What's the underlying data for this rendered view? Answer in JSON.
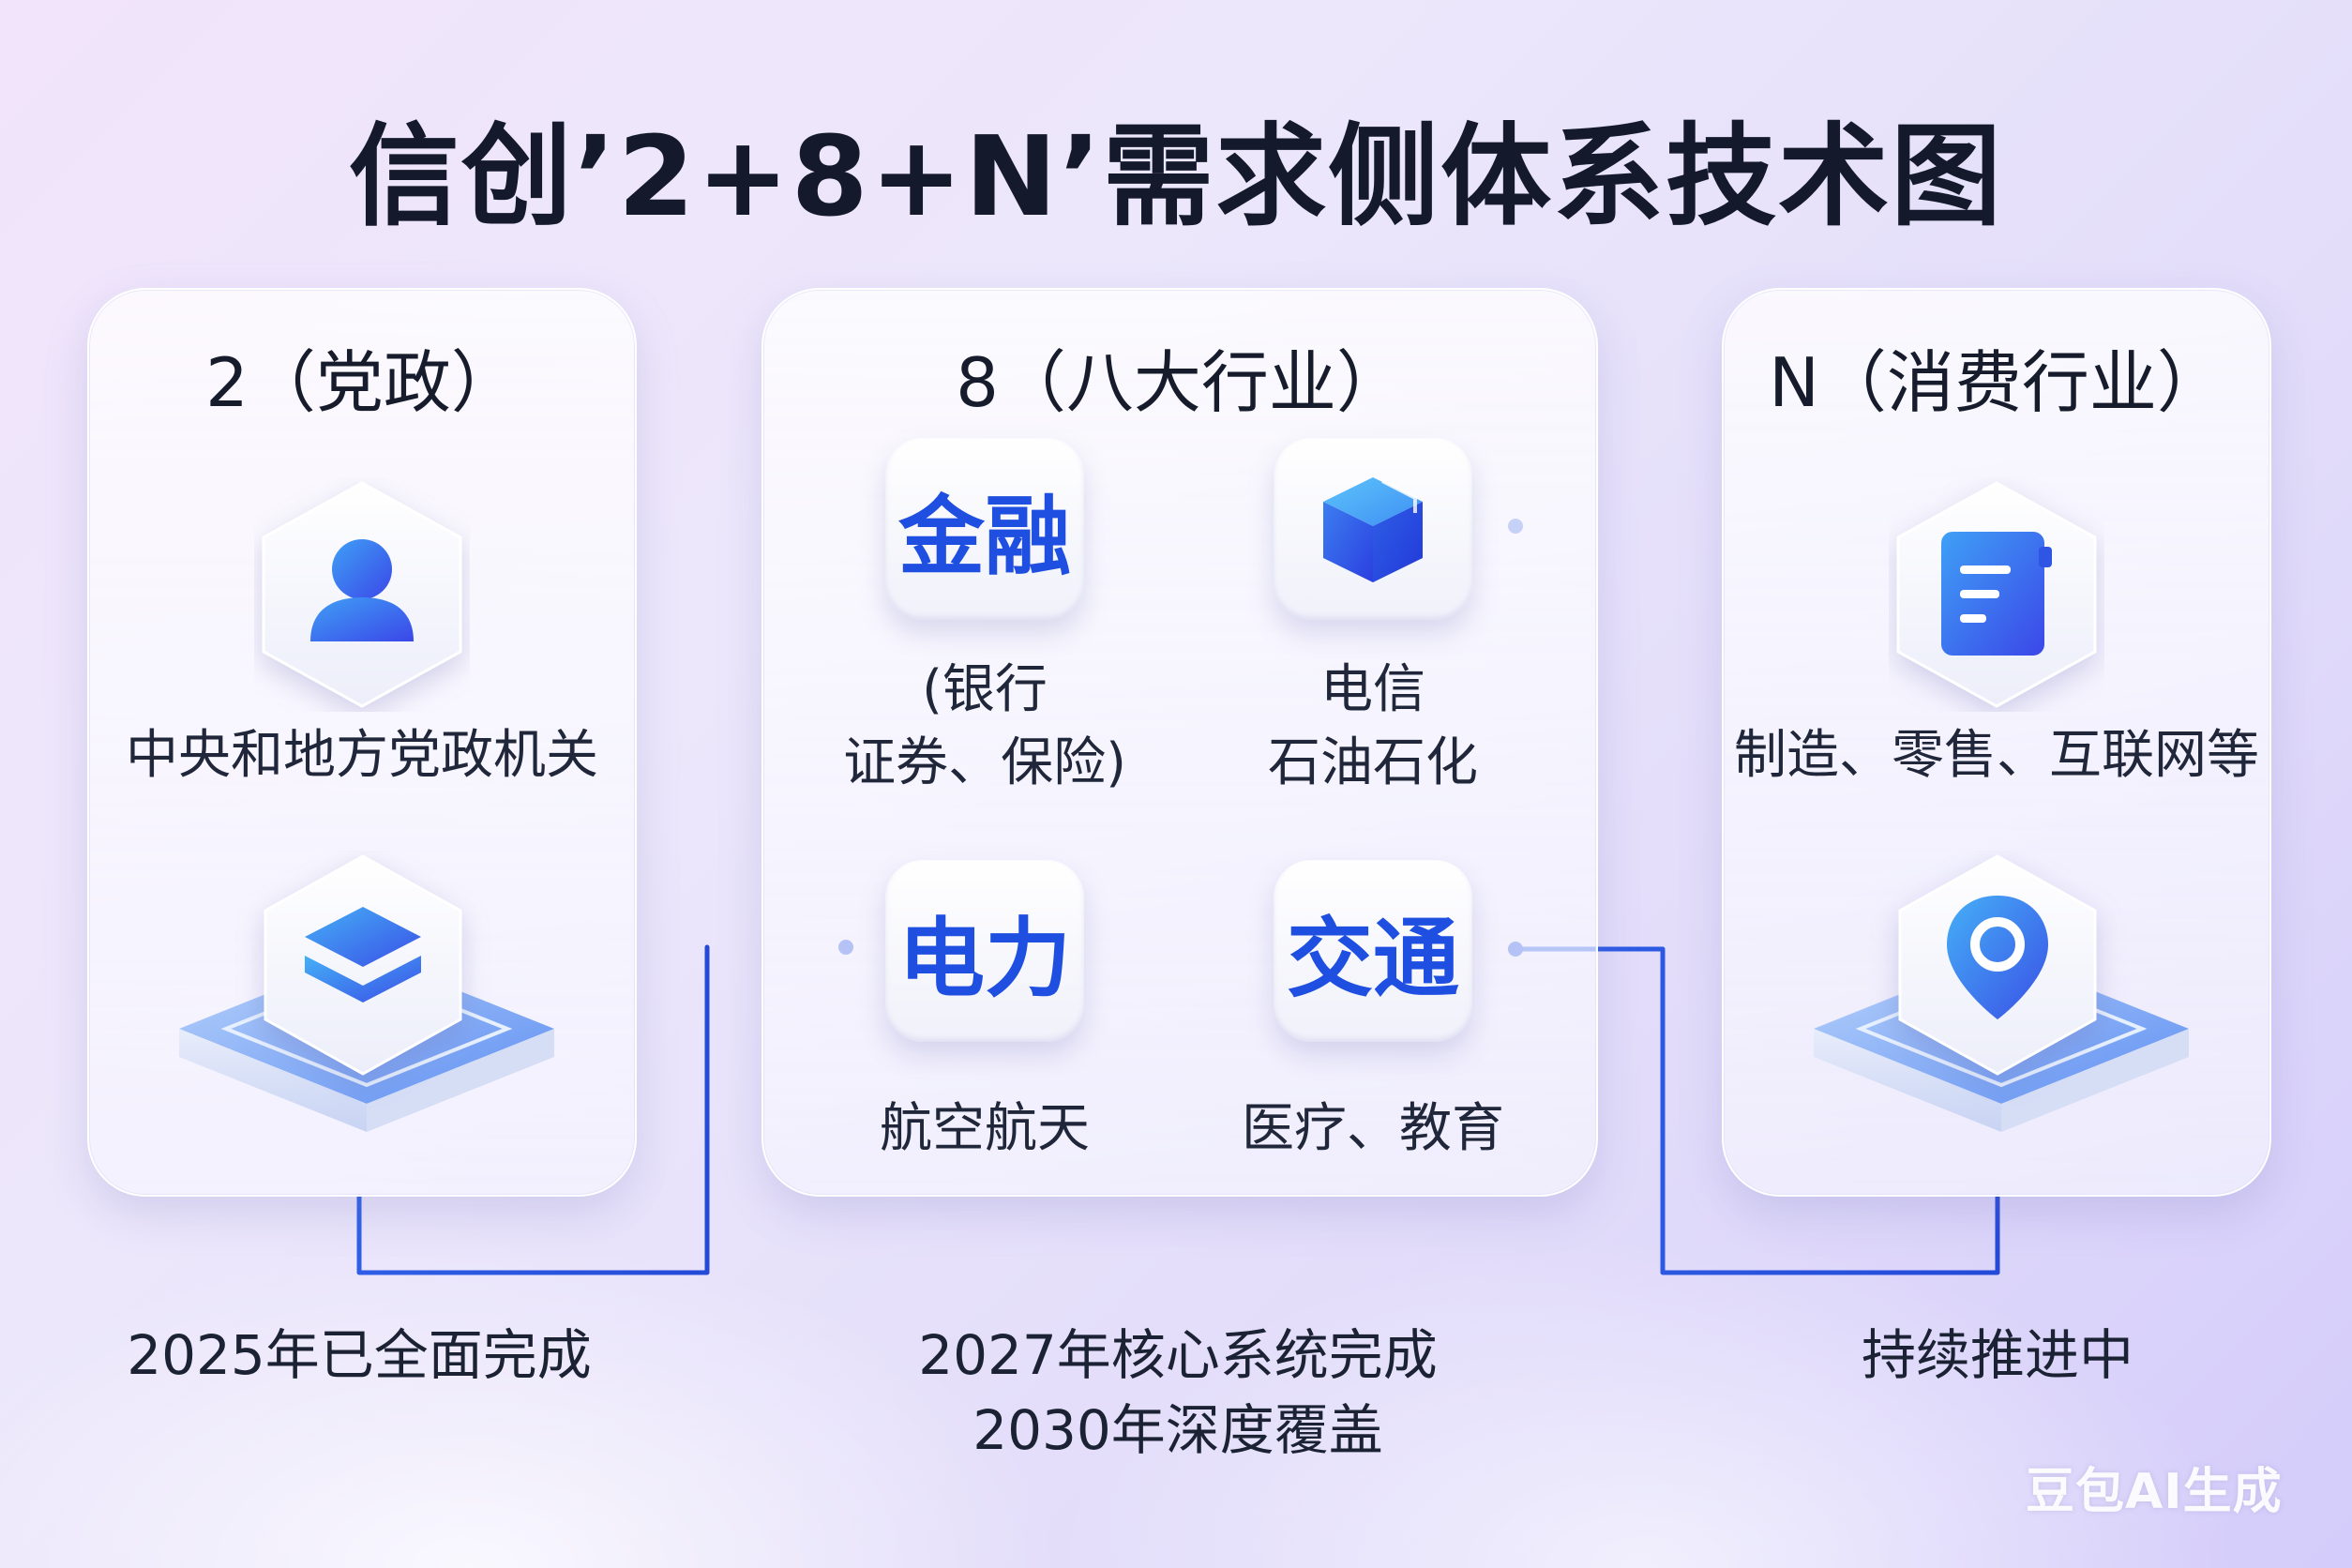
{
  "title": "信创’2+8+N’需求侧体系技术图",
  "groups": {
    "party": {
      "title": "2（党政）",
      "desc": "中央和地方党政机关",
      "icons": [
        "user-icon",
        "layers-icon"
      ],
      "status": "2025年已全面完成"
    },
    "industry": {
      "title": "8（八大行业）",
      "tiles": [
        {
          "text": "金融",
          "caption_lines": [
            "(银行",
            "证券、保险)"
          ]
        },
        {
          "icon": "cube-icon",
          "caption_lines": [
            "电信",
            "石油石化"
          ]
        },
        {
          "text": "电力",
          "caption_lines": [
            "航空航天"
          ]
        },
        {
          "text": "交通",
          "caption_lines": [
            "医疗、教育"
          ]
        }
      ],
      "status_lines": [
        "2027年核心系统完成",
        "2030年深度覆盖"
      ]
    },
    "consumer": {
      "title": "N（消费行业）",
      "desc": "制造、零售、互联网等",
      "icons": [
        "document-icon",
        "location-pin-icon"
      ],
      "status": "持续推进中"
    }
  },
  "watermark": "豆包AI生成",
  "colors": {
    "accent": "#1f4fe0",
    "connector": "#2a55e0",
    "icon_gradient_start": "#3fa0f6",
    "icon_gradient_end": "#3b47e8"
  }
}
